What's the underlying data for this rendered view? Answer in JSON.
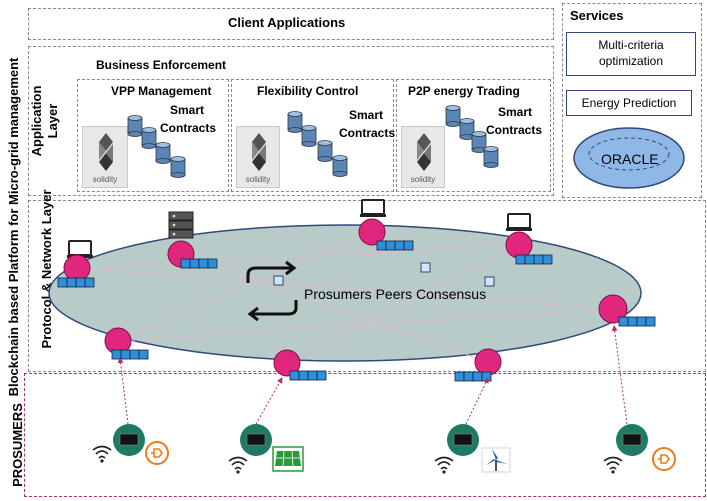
{
  "client_apps": {
    "title": "Client Applications"
  },
  "services": {
    "title": "Services",
    "multi_criteria_line1": "Multi-criteria",
    "multi_criteria_line2": "optimization",
    "energy_prediction": "Energy Prediction",
    "oracle": "ORACLE"
  },
  "left_labels": {
    "platform": "Blockchain based Platform for Micro-grid management",
    "application_line1": "Application",
    "application_line2": "Layer",
    "protocol_line1": "Protocol & Network Layer",
    "prosumers": "PROSUMERS"
  },
  "business": {
    "title": "Business Enforcement",
    "modules": [
      {
        "title": "VPP Management",
        "sc_line1": "Smart",
        "sc_line2": "Contracts"
      },
      {
        "title": "Flexibility Control",
        "sc_line1": "Smart",
        "sc_line2": "Contracts"
      },
      {
        "title": "P2P energy Trading",
        "sc_line1": "Smart",
        "sc_line2": "Contracts"
      }
    ],
    "solidity_label": "solidity"
  },
  "network": {
    "consensus": "Prosumers Peers Consensus"
  },
  "colors": {
    "node": "#e0267d",
    "block": "#2f8fd8",
    "ellipse": "#b9cbc9",
    "oracle": "#8fb8e6",
    "device": "#1f7a63"
  }
}
